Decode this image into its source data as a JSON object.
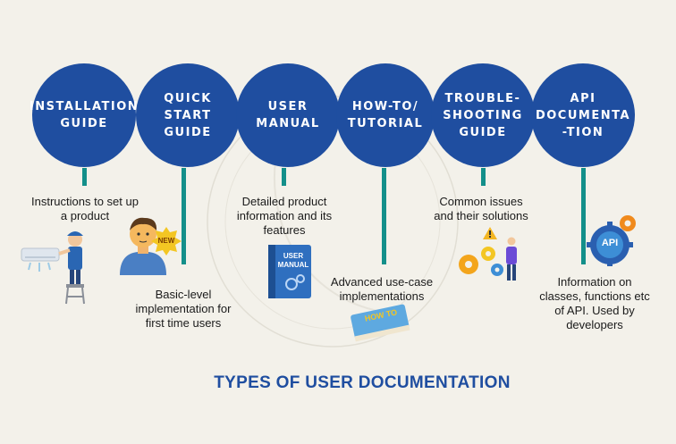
{
  "title": "TYPES OF USER DOCUMENTATION",
  "colors": {
    "circle": "#1f4ea0",
    "stem": "#138f8a",
    "title": "#1f4ea0",
    "background": "#f3f1ea"
  },
  "categories": [
    {
      "label": "INSTALLATION\nGUIDE",
      "desc": "Instructions to set up\na product"
    },
    {
      "label": "QUICK\nSTART\nGUIDE",
      "desc": "Basic-level\nimplementation for\nfirst time users"
    },
    {
      "label": "USER\nMANUAL",
      "desc": "Detailed product\ninformation and its\nfeatures"
    },
    {
      "label": "HOW-TO/\nTUTORIAL",
      "desc": "Advanced use-case\nimplementations"
    },
    {
      "label": "TROUBLE-\nSHOOTING\nGUIDE",
      "desc": "Common issues\nand their solutions"
    },
    {
      "label": "API\nDOCUMENTA\n-TION",
      "desc": "Information on\nclasses, functions etc\nof API. Used by\ndevelopers"
    }
  ],
  "illustrations": {
    "badge_new": "NEW",
    "book_manual": "USER\nMANUAL",
    "book_howto": "HOW TO",
    "gear_api": "API"
  },
  "icons": [
    "technician-icon",
    "new-user-icon",
    "user-manual-book-icon",
    "how-to-book-icon",
    "troubleshooting-gears-icon",
    "api-gear-icon"
  ]
}
